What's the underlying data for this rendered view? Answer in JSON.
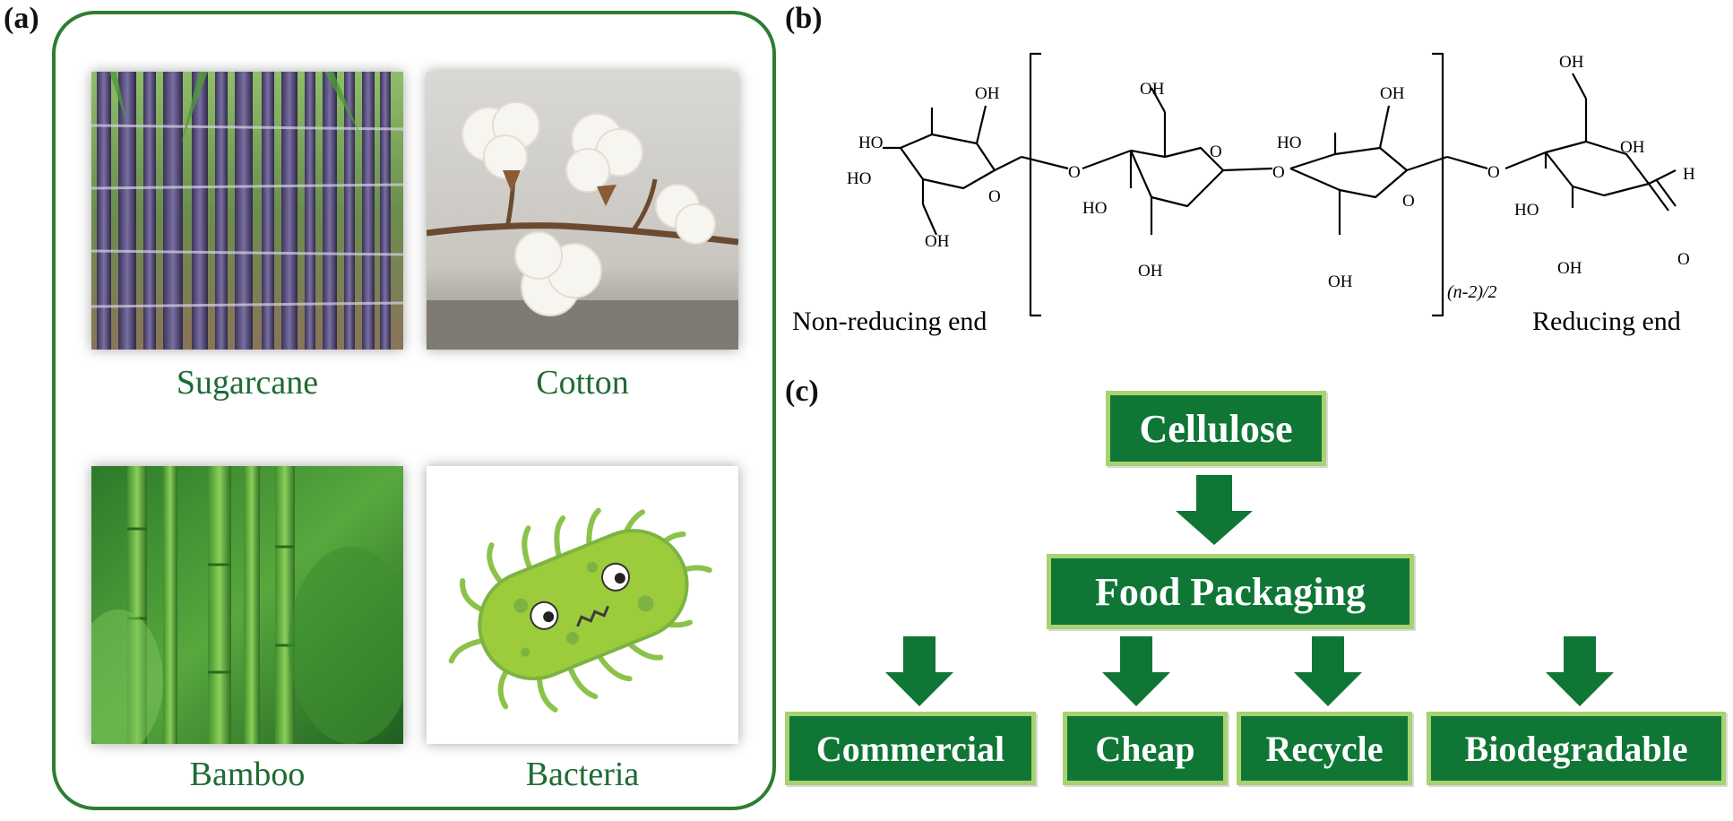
{
  "panels": {
    "a": "(a)",
    "b": "(b)",
    "c": "(c)"
  },
  "sources": [
    {
      "name": "Sugarcane",
      "image": "sugarcane-photo"
    },
    {
      "name": "Cotton",
      "image": "cotton-photo"
    },
    {
      "name": "Bamboo",
      "image": "bamboo-photo"
    },
    {
      "name": "Bacteria",
      "image": "bacteria-illustration"
    }
  ],
  "structure": {
    "non_reducing_end": "Non-reducing end",
    "reducing_end": "Reducing end",
    "repeat_subscript": "(n-2)/2",
    "labels": {
      "oh": "OH",
      "ho": "HO",
      "o": "O",
      "h": "H"
    }
  },
  "flow": {
    "root": "Cellulose",
    "middle": "Food Packaging",
    "leaves": [
      "Commercial",
      "Cheap",
      "Recycle",
      "Biodegradable"
    ]
  },
  "colors": {
    "frame": "#2e7d32",
    "caption": "#1e6b33",
    "box_fill": "#0f7636",
    "box_border": "#a7d26f",
    "arrow": "#0f7636"
  }
}
